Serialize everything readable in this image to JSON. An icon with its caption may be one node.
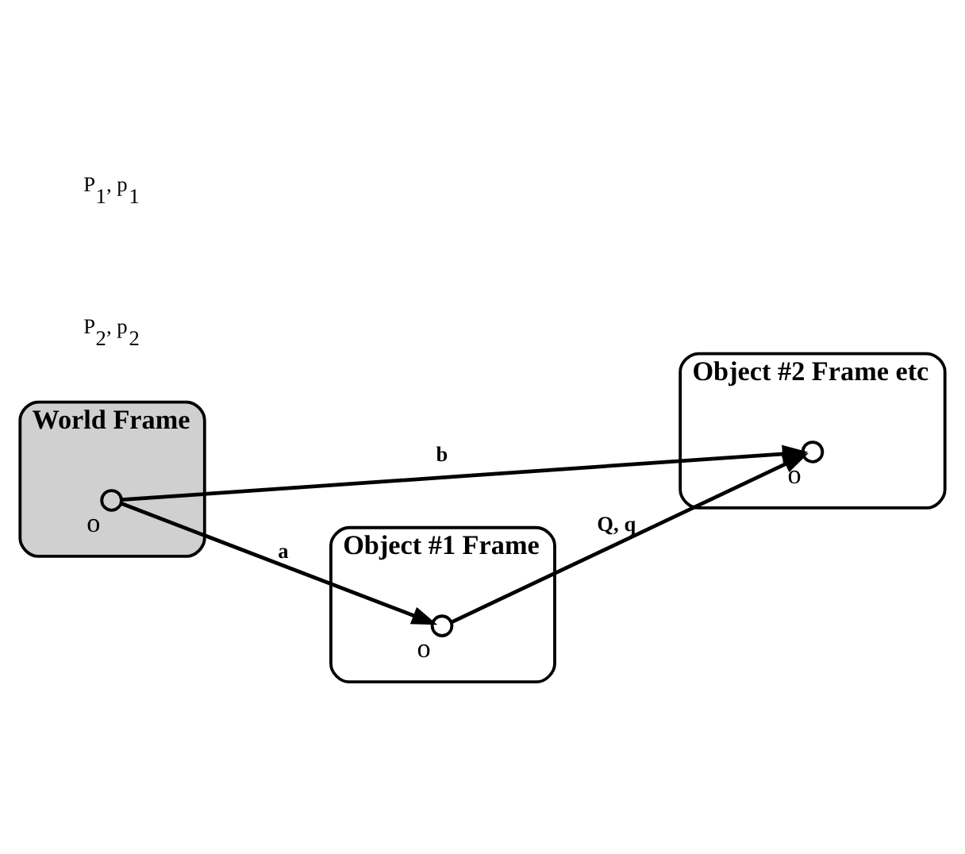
{
  "diagram": {
    "nodes": [
      {
        "text": [
          "Object #2 Frame etc"
        ]
      },
      {
        "text": [],
        "shape": "circle",
        "in": 0,
        "beside": [
          "o"
        ]
      },
      {
        "text": [
          "Object #1 Frame"
        ]
      },
      {
        "text": [],
        "shape": "circle",
        "in": 2,
        "beside": [
          "o"
        ]
      },
      {
        "text": [
          "World Frame"
        ]
      },
      {
        "text": [],
        "shape": "circle",
        "in": 4,
        "beside": [
          "o"
        ]
      }
    ],
    "edges": [
      {
        "from": 3,
        "to": 1,
        "arrow": "to",
        "label": "Q, q"
      },
      {
        "from": 5,
        "to": 3,
        "arrow": "to",
        "label": "a"
      },
      {
        "from": 5,
        "to": 1,
        "arrow": "to",
        "label": "b"
      }
    ],
    "labels": [
      "P$_{2}$, p$_{2}$",
      "P$_{1}$, p$_{1}$"
    ]
  }
}
